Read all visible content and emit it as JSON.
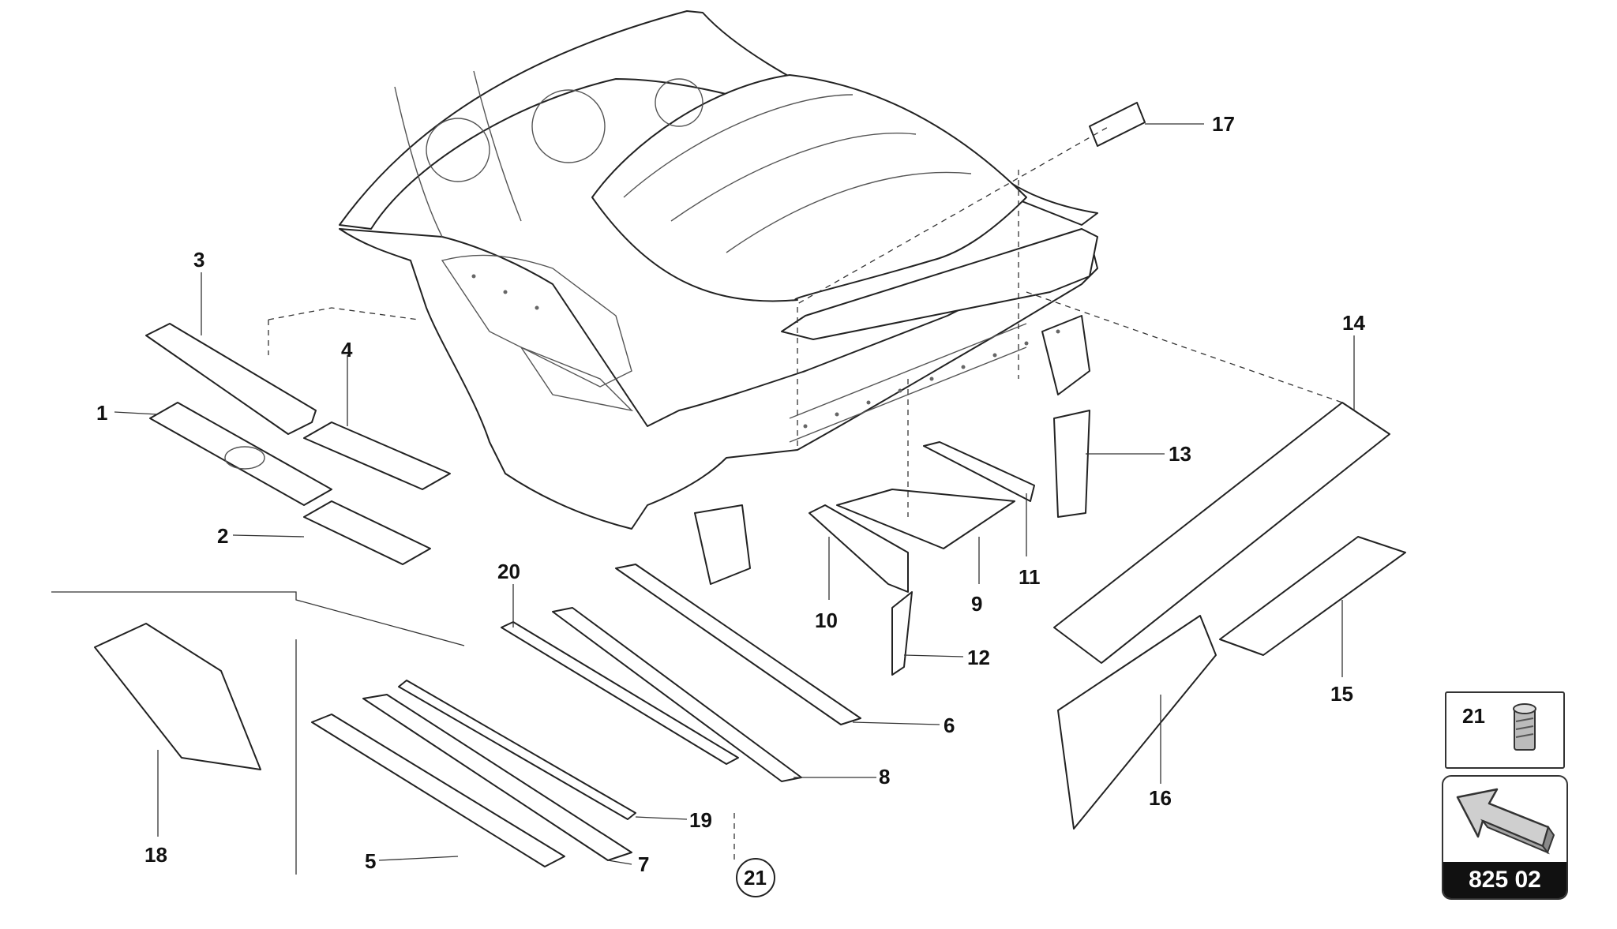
{
  "diagram": {
    "callouts": [
      {
        "id": "1",
        "text": "1"
      },
      {
        "id": "2",
        "text": "2"
      },
      {
        "id": "3",
        "text": "3"
      },
      {
        "id": "4",
        "text": "4"
      },
      {
        "id": "5",
        "text": "5"
      },
      {
        "id": "6",
        "text": "6"
      },
      {
        "id": "7",
        "text": "7"
      },
      {
        "id": "8",
        "text": "8"
      },
      {
        "id": "9",
        "text": "9"
      },
      {
        "id": "10",
        "text": "10"
      },
      {
        "id": "11",
        "text": "11"
      },
      {
        "id": "12",
        "text": "12"
      },
      {
        "id": "13",
        "text": "13"
      },
      {
        "id": "14",
        "text": "14"
      },
      {
        "id": "15",
        "text": "15"
      },
      {
        "id": "16",
        "text": "16"
      },
      {
        "id": "17",
        "text": "17"
      },
      {
        "id": "18",
        "text": "18"
      },
      {
        "id": "19",
        "text": "19"
      },
      {
        "id": "20",
        "text": "20"
      },
      {
        "id": "21",
        "text": "21"
      }
    ],
    "fastener_box_label": "21",
    "reference_code": "825 02",
    "icons": [
      "rivet-nut-icon",
      "direction-arrow-icon"
    ]
  }
}
